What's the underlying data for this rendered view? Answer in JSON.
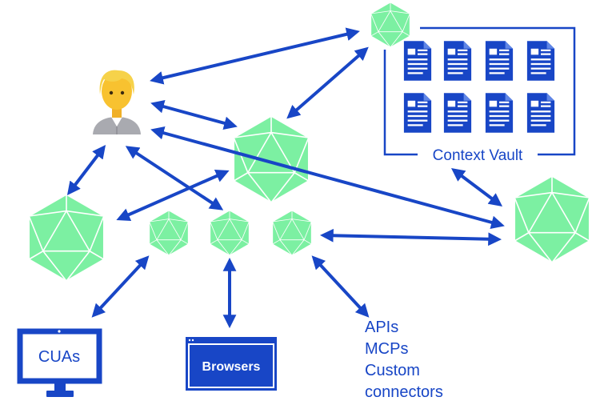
{
  "colors": {
    "arrow": "#1846c6",
    "agent_fill": "#7cf0a2",
    "agent_stroke": "#ffffff",
    "doc": "#1846c6",
    "monitor": "#1846c6",
    "browser_bg": "#1846c6",
    "label": "#1846c6"
  },
  "icons": {
    "user": "person-emoji-icon",
    "agent": "icosahedron-icon",
    "document": "document-icon",
    "monitor": "monitor-icon",
    "browser": "browser-window-icon"
  },
  "context_vault": {
    "label": "Context Vault",
    "document_count": 8
  },
  "targets": {
    "cuas_label": "CUAs",
    "browsers_label": "Browsers",
    "integrations_lines": [
      "APIs",
      "MCPs",
      "Custom",
      "connectors"
    ]
  }
}
